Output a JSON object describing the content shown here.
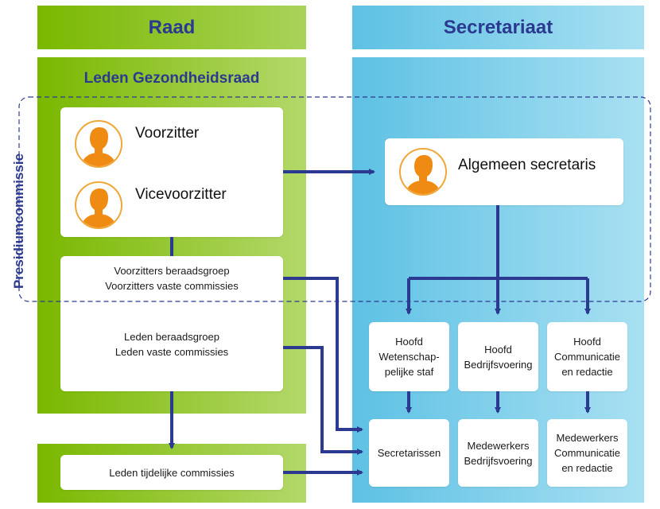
{
  "colors": {
    "header_text": "#2b3990",
    "green_panel": "#7ab800",
    "blue_panel": "#5ec1e4",
    "arrow": "#2b3990",
    "avatar": "#ef8b13"
  },
  "headers": {
    "raad": "Raad",
    "secretariaat": "Secretariaat"
  },
  "raad_panel": {
    "title": "Leden Gezondheidsraad"
  },
  "presidium": {
    "label": "Presidiumcommissie"
  },
  "cards": {
    "voorzitter": "Voorzitter",
    "vicevoorzitter": "Vicevoorzitter",
    "beraadsgroep_line1": "Voorzitters beraadsgroep",
    "beraadsgroep_line2": "Voorzitters vaste commissies",
    "leden_line1": "Leden beraadsgroep",
    "leden_line2": "Leden vaste commissies",
    "tijdelijk": "Leden tijdelijke commissies",
    "algemeen_secretaris": "Algemeen secretaris",
    "hoofd_wet_1": "Hoofd",
    "hoofd_wet_2": "Wetenschap-",
    "hoofd_wet_3": "pelijke staf",
    "hoofd_bedr_1": "Hoofd",
    "hoofd_bedr_2": "Bedrijfsvoering",
    "hoofd_comm_1": "Hoofd",
    "hoofd_comm_2": "Communicatie",
    "hoofd_comm_3": "en redactie",
    "secretarissen": "Secretarissen",
    "mw_bedr_1": "Medewerkers",
    "mw_bedr_2": "Bedrijfsvoering",
    "mw_comm_1": "Medewerkers",
    "mw_comm_2": "Communicatie",
    "mw_comm_3": "en redactie"
  },
  "icons": {
    "person": "person-avatar-icon"
  }
}
